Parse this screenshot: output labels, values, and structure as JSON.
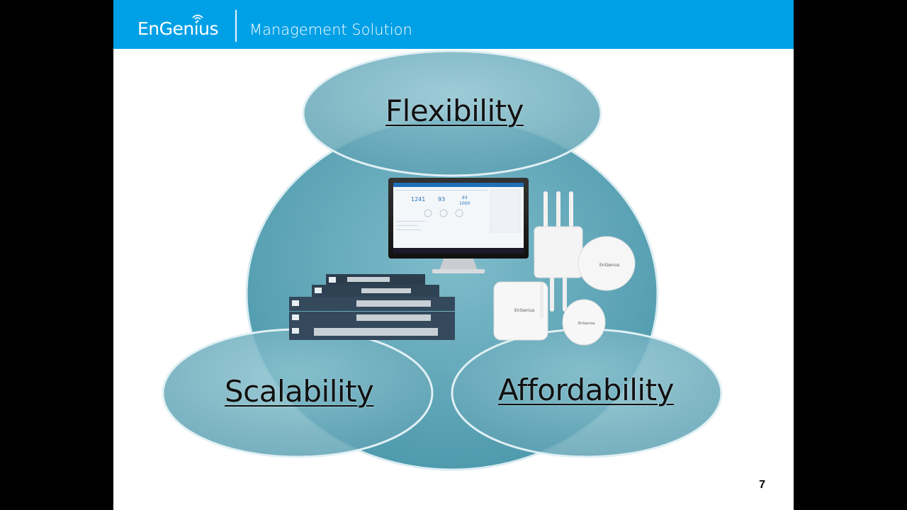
{
  "header": {
    "brand": "EnGenius",
    "title": "Management Solution"
  },
  "diagram": {
    "top_label": "Flexibility",
    "left_label": "Scalability",
    "right_label": "Affordability"
  },
  "monitor": {
    "stats": [
      "1241",
      "93",
      "93",
      "1000"
    ]
  },
  "devices": {
    "ap_brand": "EnGenius"
  },
  "slide_number": "7",
  "colors": {
    "header_bg": "#00a0e6",
    "circle_fill": "#5fa8b8"
  }
}
